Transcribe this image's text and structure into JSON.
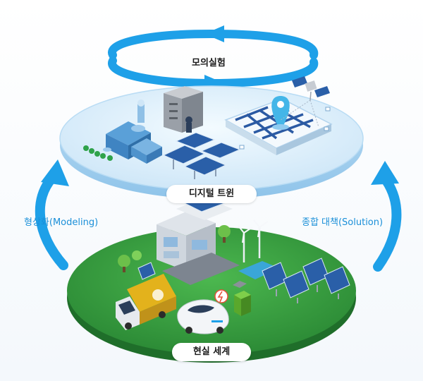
{
  "labels": {
    "top": "모의실험",
    "digital_twin": "디지털 트윈",
    "left": "형상화(Modeling)",
    "right": "종합 대책(Solution)",
    "real_world": "현실 세계"
  },
  "colors": {
    "arrow": "#1ea0e8",
    "top_disk": "#dff0fc",
    "ground": "#2e9a3e",
    "ground_dark": "#1f7a2d",
    "side_text": "#1a8fd8"
  }
}
